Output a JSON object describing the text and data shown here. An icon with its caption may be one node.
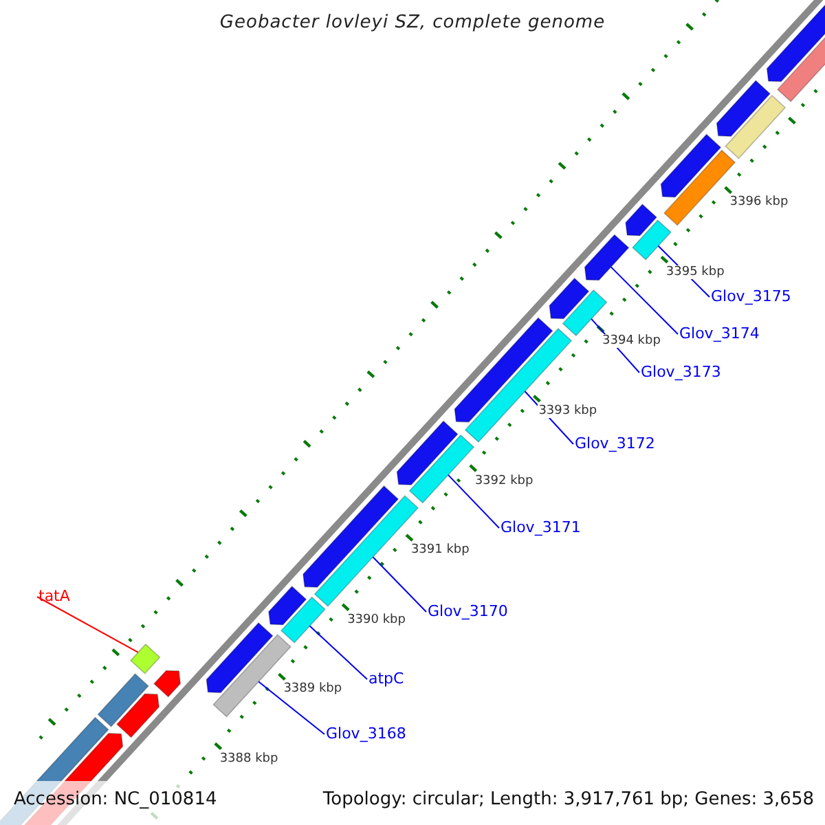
{
  "diagram": {
    "title": "Geobacter lovleyi SZ, complete genome",
    "nodes": [
      {
        "text": [
          "tatA"
        ]
      },
      {
        "text": [],
        "shape": "diamond"
      },
      {
        "text": [
          "Glov_3168"
        ]
      },
      {
        "text": [],
        "shape": "bar"
      },
      {
        "text": [
          "atpC"
        ]
      },
      {
        "text": [],
        "shape": "bar"
      },
      {
        "text": [
          "Glov_3170"
        ]
      },
      {
        "text": [],
        "shape": "bar"
      },
      {
        "text": [
          "Glov_3171"
        ]
      },
      {
        "text": [],
        "shape": "bar"
      },
      {
        "text": [
          "Glov_3172"
        ]
      },
      {
        "text": [],
        "shape": "bar"
      },
      {
        "text": [
          "Glov_3173"
        ]
      },
      {
        "text": [],
        "shape": "bar"
      },
      {
        "text": [
          "Glov_3174"
        ]
      },
      {
        "text": [],
        "shape": "bar"
      },
      {
        "text": [
          "Glov_3175"
        ]
      },
      {
        "text": [],
        "shape": "bar"
      }
    ],
    "edges": [
      {
        "from": 0,
        "to": 1,
        "arrow": "none",
        "color": "#ff0000"
      },
      {
        "from": 2,
        "to": 3,
        "arrow": "none"
      },
      {
        "from": 4,
        "to": 5,
        "arrow": "none"
      },
      {
        "from": 6,
        "to": 7,
        "arrow": "none"
      },
      {
        "from": 8,
        "to": 9,
        "arrow": "none"
      },
      {
        "from": 10,
        "to": 11,
        "arrow": "none"
      },
      {
        "from": 12,
        "to": 13,
        "arrow": "none"
      },
      {
        "from": 14,
        "to": 15,
        "arrow": "none"
      },
      {
        "from": 16,
        "to": 17,
        "arrow": "none"
      }
    ],
    "labels": [
      "3396 kbp",
      "3395 kbp",
      "3394 kbp",
      "3393 kbp",
      "3392 kbp",
      "3391 kbp",
      "3390 kbp",
      "3389 kbp",
      "3388 kbp",
      "Accession: NC_010814",
      "Topology: circular; Length: 3,917,761 bp; Genes: 3,658"
    ]
  }
}
